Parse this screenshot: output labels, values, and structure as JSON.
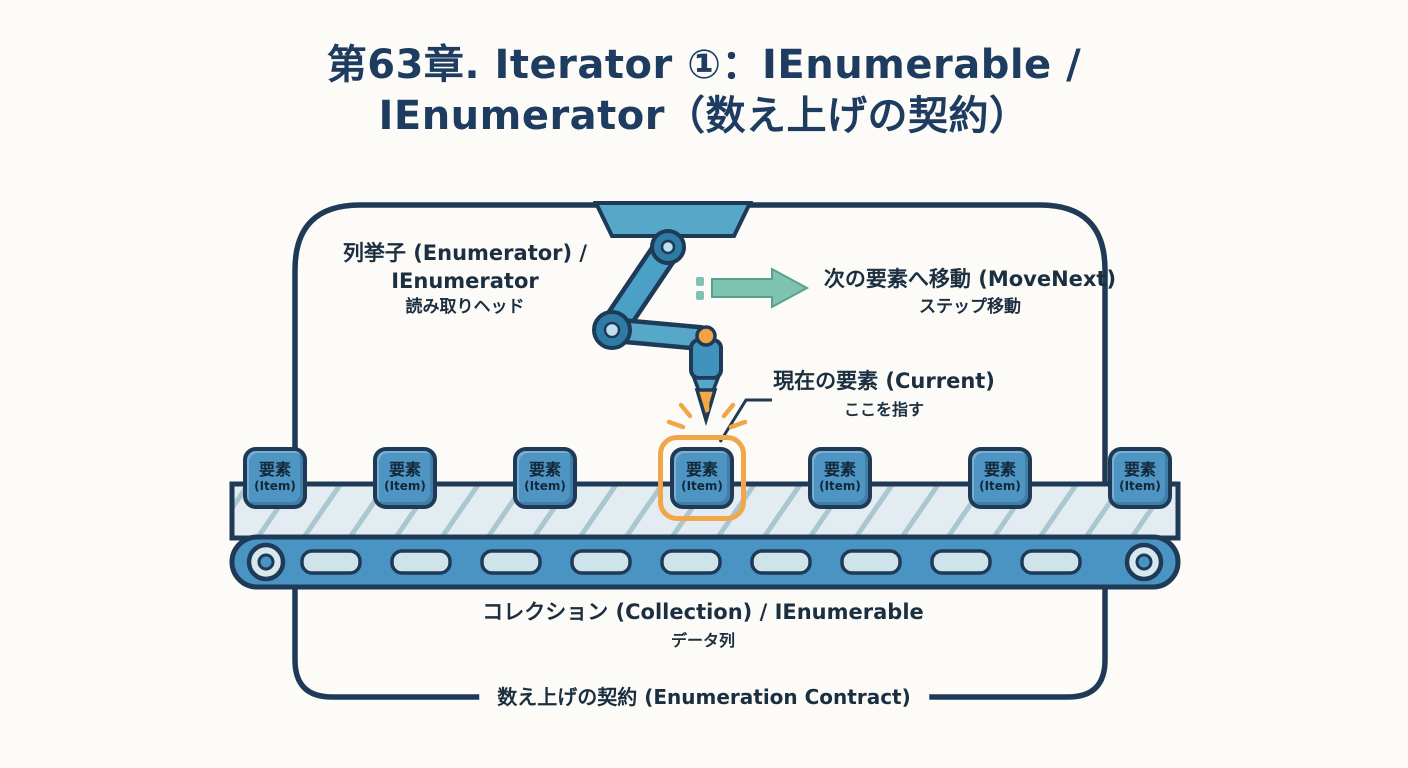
{
  "title": {
    "line1": "第63章. Iterator ①：IEnumerable /",
    "line2": "IEnumerator（数え上げの契約）"
  },
  "labels": {
    "enumerator": {
      "line1": "列挙子 (Enumerator) /",
      "line2": "IEnumerator",
      "line3": "読み取りヘッド"
    },
    "movenext": {
      "line1": "次の要素へ移動 (MoveNext)",
      "line2": "ステップ移動"
    },
    "current": {
      "line1": "現在の要素 (Current)",
      "line2": "ここを指す"
    },
    "collection": {
      "line1": "コレクション (Collection) / IEnumerable",
      "line2": "データ列"
    },
    "contract": {
      "label": "数え上げの契約 (Enumeration Contract)"
    }
  },
  "conveyor": {
    "items": [
      {
        "label": "要素",
        "sub": "(Item)",
        "current": false
      },
      {
        "label": "要素",
        "sub": "(Item)",
        "current": false
      },
      {
        "label": "要素",
        "sub": "(Item)",
        "current": false
      },
      {
        "label": "要素",
        "sub": "(Item)",
        "current": true
      },
      {
        "label": "要素",
        "sub": "(Item)",
        "current": false
      },
      {
        "label": "要素",
        "sub": "(Item)",
        "current": false
      },
      {
        "label": "要素",
        "sub": "(Item)",
        "current": false
      }
    ]
  },
  "colors": {
    "ink_navy": "#1e3a56",
    "title_navy": "#1d3c60",
    "item_blue": "#4f95c3",
    "belt_blue": "#4a94c4",
    "deck_light": "#e3edf1",
    "arrow_teal": "#7fc2b0",
    "accent_orange": "#f2a64a"
  }
}
